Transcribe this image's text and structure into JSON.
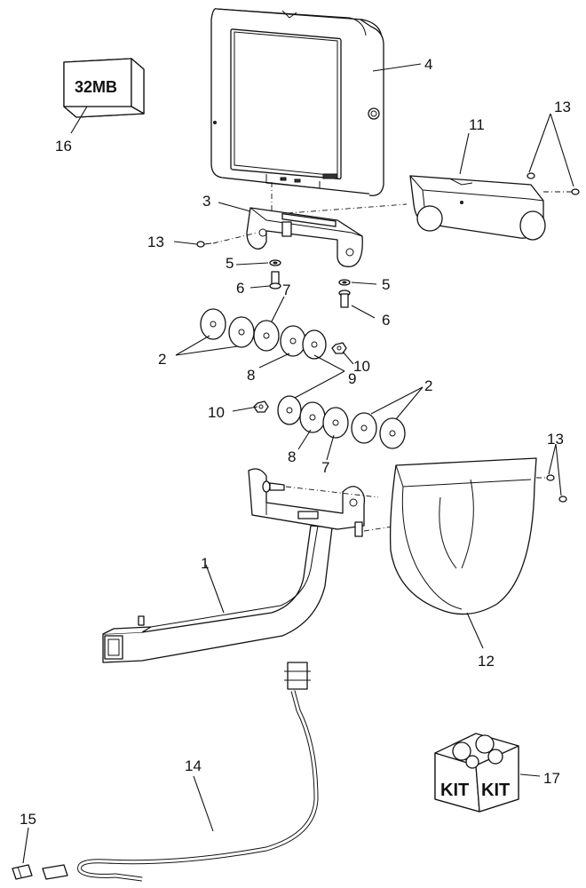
{
  "callouts": [
    {
      "id": "1",
      "text": "1"
    },
    {
      "id": "2a",
      "text": "2"
    },
    {
      "id": "2b",
      "text": "2"
    },
    {
      "id": "3",
      "text": "3"
    },
    {
      "id": "4",
      "text": "4"
    },
    {
      "id": "5a",
      "text": "5"
    },
    {
      "id": "5b",
      "text": "5"
    },
    {
      "id": "6a",
      "text": "6"
    },
    {
      "id": "6b",
      "text": "6"
    },
    {
      "id": "7a",
      "text": "7"
    },
    {
      "id": "7b",
      "text": "7"
    },
    {
      "id": "8a",
      "text": "8"
    },
    {
      "id": "8b",
      "text": "8"
    },
    {
      "id": "9",
      "text": "9"
    },
    {
      "id": "10a",
      "text": "10"
    },
    {
      "id": "10b",
      "text": "10"
    },
    {
      "id": "11",
      "text": "11"
    },
    {
      "id": "12",
      "text": "12"
    },
    {
      "id": "13a",
      "text": "13"
    },
    {
      "id": "13b",
      "text": "13"
    },
    {
      "id": "13c",
      "text": "13"
    },
    {
      "id": "14",
      "text": "14"
    },
    {
      "id": "15",
      "text": "15"
    },
    {
      "id": "16",
      "text": "16"
    },
    {
      "id": "17",
      "text": "17"
    }
  ],
  "memory_card_label": "32MB",
  "kit_box_label_left": "KIT",
  "kit_box_label_right": "KIT"
}
